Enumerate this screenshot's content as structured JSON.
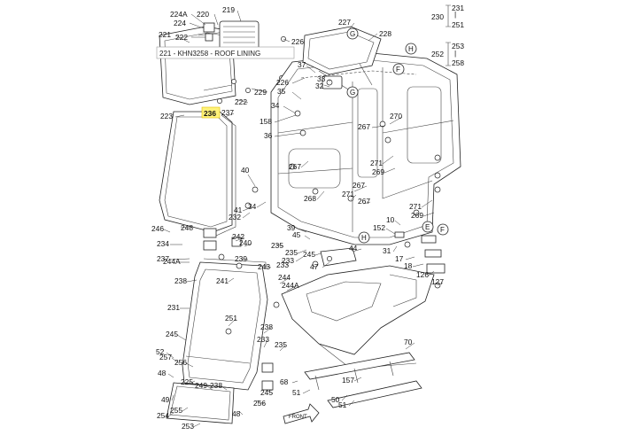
{
  "tooltip": {
    "text": "221 - KHN3258 - ROOF LINING"
  },
  "highlight": {
    "label": "236",
    "color": "#fff27a"
  },
  "callout_labels": [
    "224A",
    "220",
    "219",
    "224",
    "222",
    "221",
    "226",
    "227",
    "228",
    "37",
    "33",
    "226",
    "32",
    "35",
    "34",
    "229",
    "222",
    "223",
    "237",
    "158",
    "36",
    "267",
    "270",
    "271",
    "269",
    "267",
    "40",
    "267",
    "41",
    "232",
    "34",
    "268",
    "271",
    "267",
    "271",
    "269",
    "248",
    "246",
    "234",
    "237",
    "242",
    "240",
    "235",
    "239",
    "243",
    "233",
    "39",
    "45",
    "235",
    "233",
    "245",
    "47",
    "44",
    "31",
    "10",
    "152",
    "17",
    "18",
    "126",
    "127",
    "238",
    "244A",
    "241",
    "244",
    "244A",
    "231",
    "251",
    "238",
    "233",
    "235",
    "245",
    "52",
    "257",
    "256",
    "249",
    "238",
    "255",
    "68",
    "245",
    "254",
    "256",
    "253",
    "48",
    "48",
    "49",
    "51",
    "50",
    "51",
    "157",
    "70",
    "225"
  ],
  "circle_letters": [
    "G",
    "H",
    "F",
    "G",
    "H",
    "E",
    "F"
  ],
  "references": {
    "top": {
      "main": "230",
      "range_start": "231",
      "range_end": "251"
    },
    "bottom": {
      "main": "252",
      "range_start": "253",
      "range_end": "258"
    }
  },
  "direction_tag": "FRONT"
}
